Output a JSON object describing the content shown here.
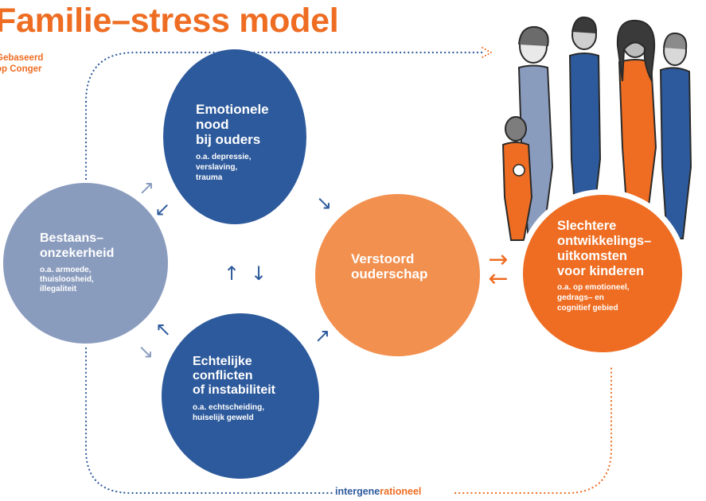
{
  "title": "Familie–stress model",
  "subtitle": [
    "Gebaseerd",
    "op Conger"
  ],
  "colors": {
    "orange": "#ee6d22",
    "light_orange": "#f2904f",
    "dark_blue": "#2d5a9c",
    "gray_blue": "#8a9cbe"
  },
  "nodes": {
    "emotionele_nood": {
      "title": [
        "Emotionele",
        "nood",
        "bij ouders"
      ],
      "subtitle": [
        "o.a. depressie,",
        "verslaving,",
        "trauma"
      ]
    },
    "bestaansonzekerheid": {
      "title": [
        "Bestaans–",
        "onzekerheid"
      ],
      "subtitle": [
        "o.a. armoede,",
        "thuisloosheid,",
        "illegaliteit"
      ]
    },
    "echtelijke_conflicten": {
      "title": [
        "Echtelijke",
        "conflicten",
        "of instabiliteit"
      ],
      "subtitle": [
        "o.a. echtscheiding,",
        "huiselijk geweld"
      ]
    },
    "verstoord_ouderschap": {
      "title": [
        "Verstoord",
        "ouderschap"
      ]
    },
    "slechtere_uitkomsten": {
      "title": [
        "Slechtere",
        "ontwikkelings–",
        "uitkomsten",
        "voor kinderen"
      ],
      "subtitle": [
        "o.a. op emotioneel,",
        "gedrags– en",
        "cognitief gebied"
      ]
    }
  },
  "loop_label": {
    "part1": "intergene",
    "part2": "rationeel"
  },
  "icons": {
    "up_right": "↗",
    "down_left": "↙",
    "up_left": "↖",
    "down_right": "↘",
    "up": "↑",
    "down": "↓",
    "right": "→",
    "left": "←"
  },
  "illustration": "family-illustration"
}
